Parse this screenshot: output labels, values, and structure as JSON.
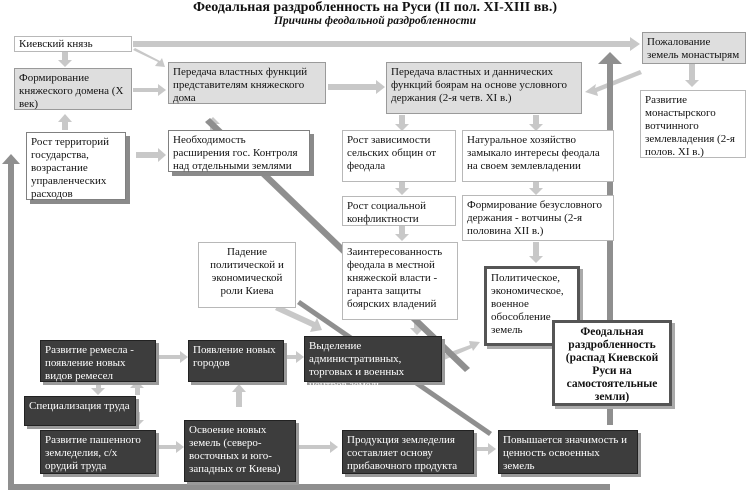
{
  "title": "Феодальная раздробленность на Руси  (II пол. XI-XIII вв.)",
  "subtitle": "Причины феодальной раздробленности",
  "boxes": {
    "kiev_prince": "Киевский князь",
    "domain": "Формирование княжеского домена (X век)",
    "transfer_reps": "Передача властных функций представителям княжеского дома",
    "transfer_boyars": "Передача властных и даннических функций боярам на основе условного держания (2-я четв. XI в.)",
    "monasteries_grant": "Пожалование земель монастырям",
    "monastic_land": "Развитие монастырского вотчинного землевладения (2-я полов. XI в.)",
    "territory_growth": "Рост территорий государства, возрастание управленческих расходов",
    "control_need": "Необходимость расширения гос. Контроля над отдельными землями",
    "community_dependence": "Рост зависимости сельских общин от феодала",
    "natural_economy": "Натуральное хозяйство замыкало интересы феодала на своем землевладении",
    "social_conflict": "Рост социальной конфликтности",
    "votchina": "Формирование безусловного держания - вотчины (2-я половина XII в.)",
    "kiev_fall": "Падение политической и экономической роли Киева",
    "feudal_interest": "Заинтересованность феодала в местной княжеской власти - гаранта защиты боярских владений",
    "isolation": "Политическое, экономическое, военное обособление земель",
    "fragmentation": "Феодальная раздробленность (распад Киевской Руси на самостоятельные земли)",
    "crafts": "Развитие ремесла - появление новых видов ремесел",
    "new_cities": "Появление новых городов",
    "centers": "Выделение административных, торговых и военных центров земель",
    "specialization": "Специализация труда",
    "agriculture": "Развитие пашенного земледелия, с/х орудий труда",
    "new_lands": "Освоение новых земель (северо-восточных и юго-западных от Киева)",
    "surplus": "Продукция земледелия составляет основу прибавочного продукта",
    "land_value": "Повышается значимость и ценность освоенных земель"
  }
}
